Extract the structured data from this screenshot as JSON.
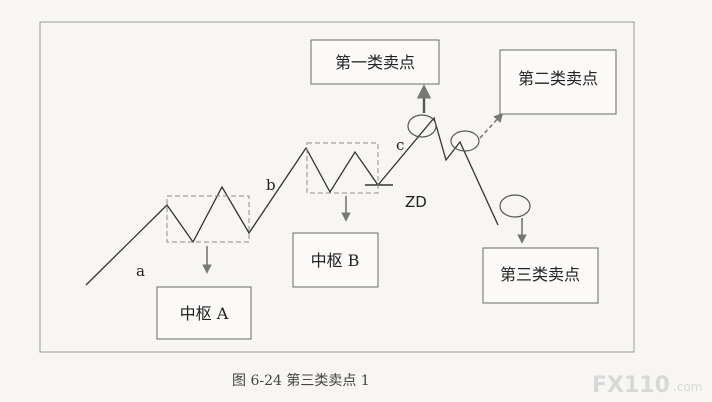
{
  "labels": {
    "a": "a",
    "b": "b",
    "c": "c",
    "zd": "ZD"
  },
  "boxes": {
    "zhongshu_a": "中枢 A",
    "zhongshu_b": "中枢 B",
    "sell_point_1": "第一类卖点",
    "sell_point_2": "第二类卖点",
    "sell_point_3": "第三类卖点"
  },
  "caption": "图 6-24   第三类卖点 1",
  "watermark": {
    "brand": "FX110",
    "suffix": ".com"
  }
}
